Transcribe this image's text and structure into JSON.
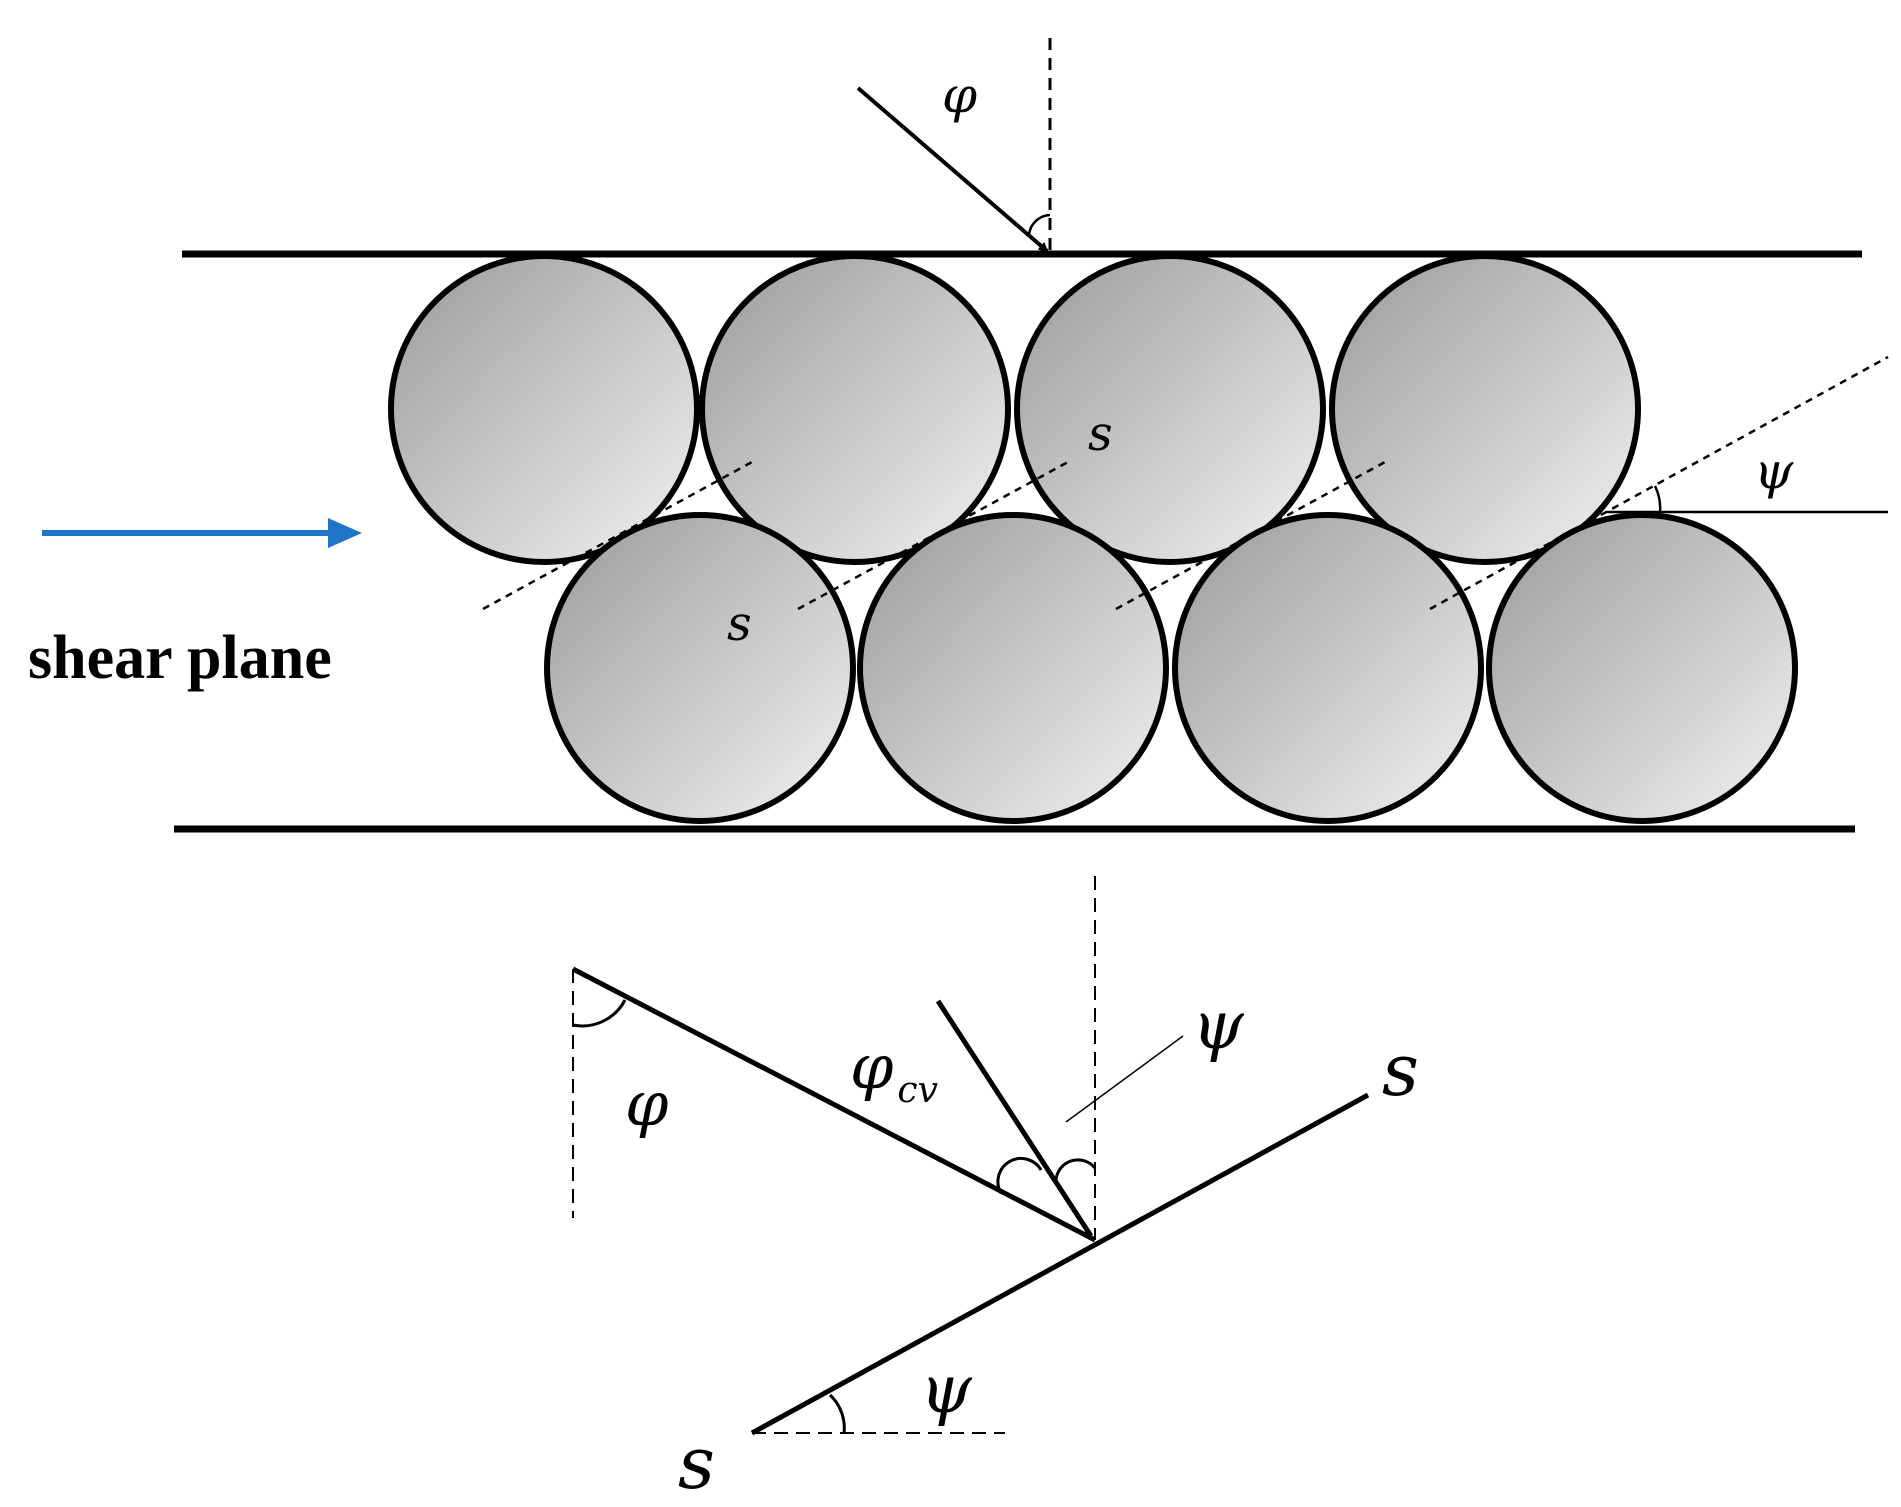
{
  "labels": {
    "shear_plane": "shear plane",
    "phi_top": "φ",
    "s_upper": "s",
    "s_lower": "s",
    "psi_top": "ψ",
    "phi_bottom": "φ",
    "phi_cv_main": "φ",
    "phi_cv_sub": "cv",
    "psi_upper": "ψ",
    "psi_lower": "ψ",
    "s_bottom_left": "s",
    "s_bottom_right": "s"
  },
  "colors": {
    "arrow": "#1f74c8",
    "outline": "#000000",
    "particle_dark": "#9a9a9a",
    "particle_light": "#f2f2f2"
  },
  "particles": {
    "top_row_count": 4,
    "bottom_row_count": 4
  }
}
